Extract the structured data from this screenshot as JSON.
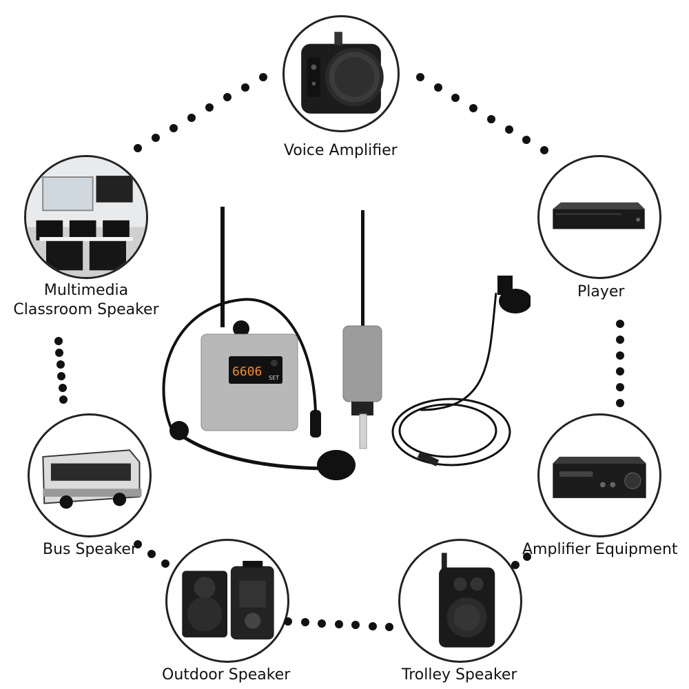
{
  "labels": {
    "voice_amplifier": "Voice Amplifier",
    "player": "Player",
    "multimedia_line1": "Multimedia",
    "multimedia_line2": "Classroom Speaker",
    "bus_speaker": "Bus Speaker",
    "amplifier_equipment": "Amplifier Equipment",
    "outdoor_speaker": "Outdoor Speaker",
    "trolley_speaker": "Trolley Speaker"
  },
  "display": {
    "digits": "6606",
    "set_label": "SET"
  },
  "colors": {
    "ring": "#222222",
    "dots": "#111111",
    "receiver_body": "#b8b8b8",
    "display_digits": "#ff8a1e"
  }
}
